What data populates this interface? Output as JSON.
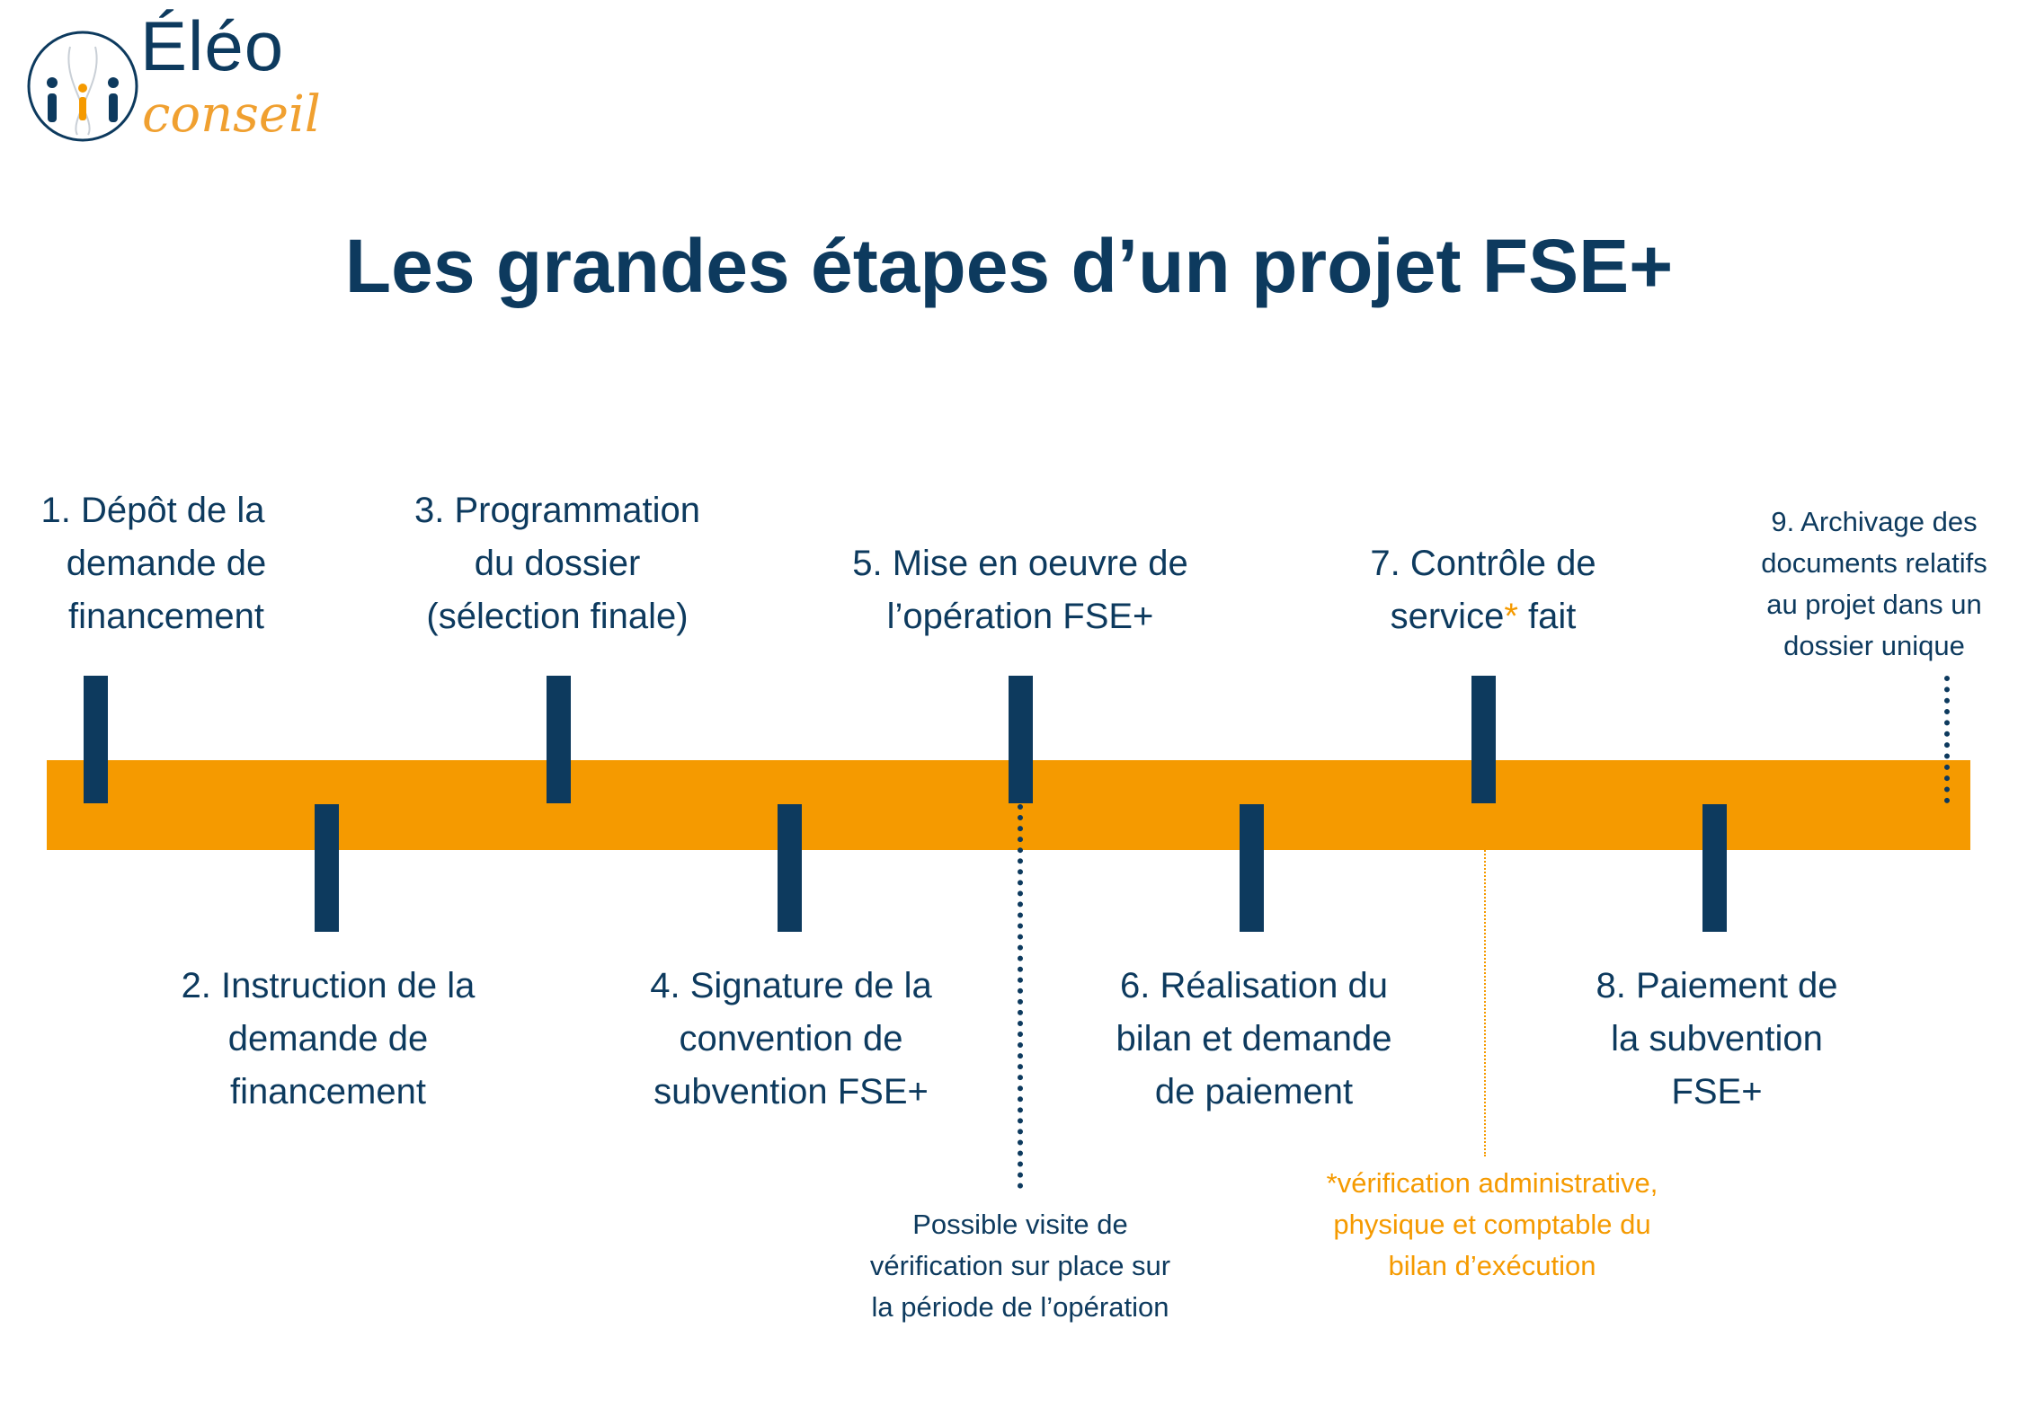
{
  "logo": {
    "name": "Éléo",
    "tagline": "conseil"
  },
  "title": "Les grandes étapes d’un projet FSE+",
  "colors": {
    "primary": "#0d3a5e",
    "accent": "#f59a00",
    "background": "#ffffff"
  },
  "steps": [
    {
      "lines": [
        "1.   Dépôt de la",
        "demande de",
        "financement"
      ]
    },
    {
      "lines": [
        "2. Instruction de la",
        "demande de",
        "financement"
      ]
    },
    {
      "lines": [
        "3. Programmation",
        "du dossier",
        "(sélection finale)"
      ]
    },
    {
      "lines": [
        "4. Signature de la",
        "convention de",
        "subvention FSE+"
      ]
    },
    {
      "lines": [
        "5. Mise en oeuvre  de",
        "l’opération FSE+"
      ]
    },
    {
      "lines": [
        "6. Réalisation du",
        "bilan et demande",
        "de paiement"
      ]
    },
    {
      "line1": "7. Contrôle de",
      "line2_a": "service",
      "line2_star": "*",
      "line2_b": " fait"
    },
    {
      "lines": [
        "8. Paiement de",
        "la subvention",
        "FSE+"
      ]
    },
    {
      "lines": [
        "9. Archivage des",
        "documents relatifs",
        "au projet dans un",
        "dossier unique"
      ]
    }
  ],
  "notes": {
    "visit": [
      "Possible visite de",
      "vérification sur place sur",
      "la période de l’opération"
    ],
    "control": [
      "*vérification administrative,",
      "physique et comptable du",
      "bilan d’exécution"
    ]
  }
}
